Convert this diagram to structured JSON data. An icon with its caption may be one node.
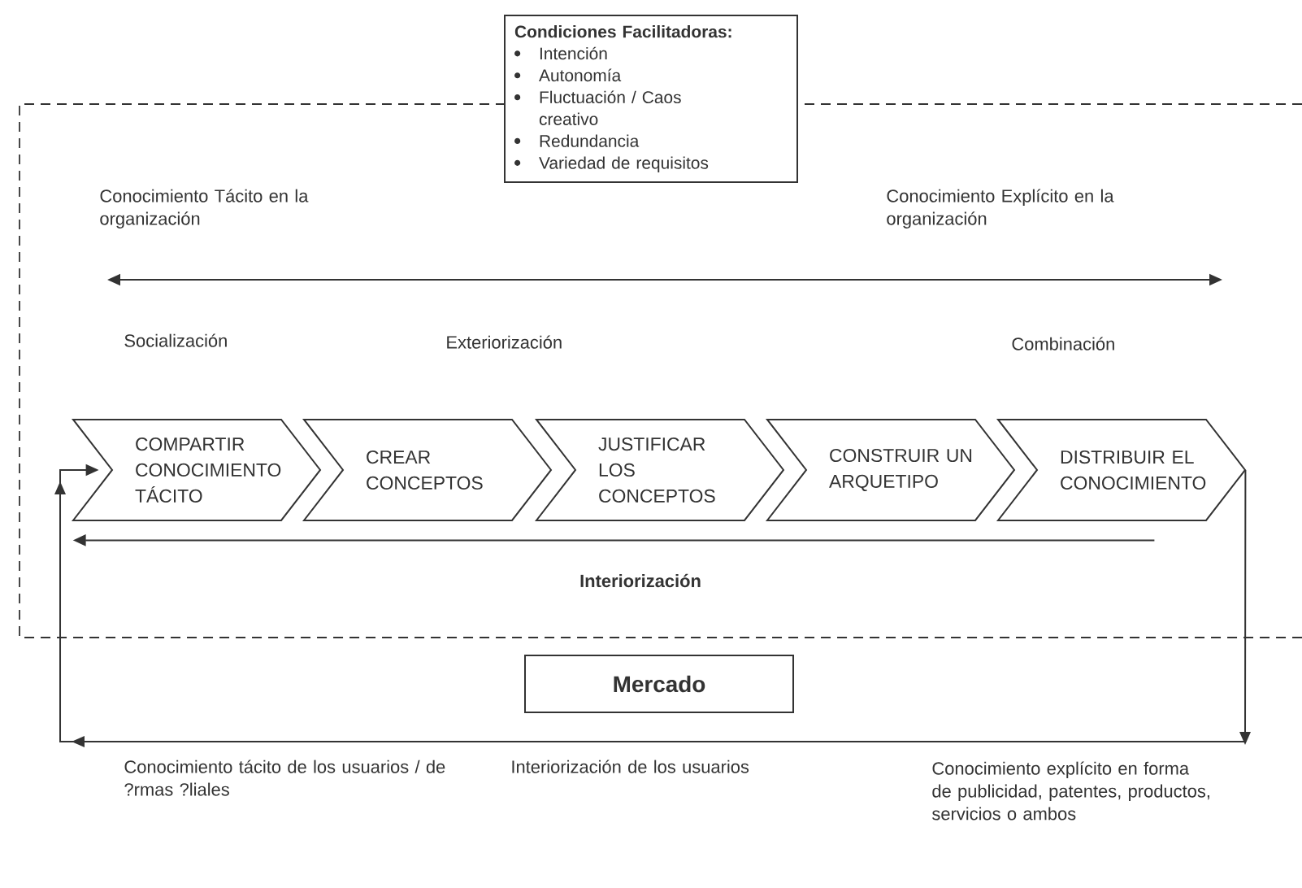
{
  "diagram": {
    "nodes": [
      {
        "text": [
          "Condiciones Facilitadoras:",
          "Intención",
          "Autonomía",
          "Fluctuación / Caos creativo",
          "Redundancia",
          "Variedad de requisitos"
        ]
      },
      {
        "text": [
          "COMPARTIR CONOCIMIENTO TÁCITO"
        ]
      },
      {
        "text": [
          "CREAR CONCEPTOS"
        ]
      },
      {
        "text": [
          "JUSTIFICAR LOS CONCEPTOS"
        ]
      },
      {
        "text": [
          "CONSTRUIR UN ARQUETIPO"
        ]
      },
      {
        "text": [
          "DISTRIBUIR EL CONOCIMIENTO"
        ]
      },
      {
        "text": [
          "Mercado"
        ]
      }
    ],
    "edges": [
      {
        "from": 5,
        "to": 1,
        "arrow": "to",
        "label": "Interiorización"
      },
      {
        "from": 5,
        "to": 1,
        "arrow": "to"
      }
    ],
    "labels": [
      "Conocimiento Tácito en la organización",
      "Conocimiento Explícito en la organización",
      "Socialización",
      "Exteriorización",
      "Combinación",
      "Conocimiento tácito de los usuarios / de ?rmas ?liales",
      "Interiorización de los usuarios",
      "Conocimiento explícito en forma de publicidad, patentes, productos, servicios o ambos"
    ]
  }
}
